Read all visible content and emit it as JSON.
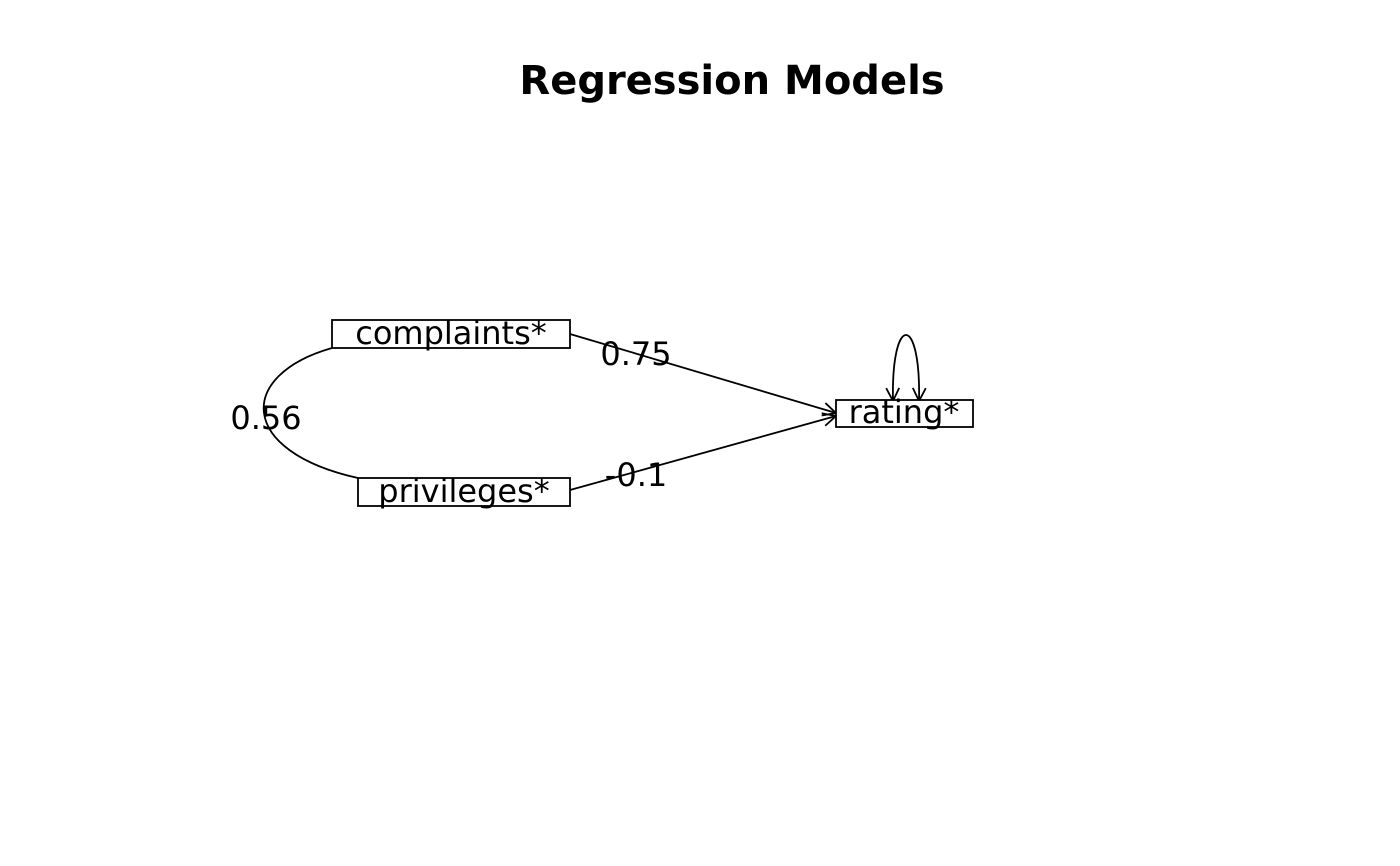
{
  "title": "Regression Models",
  "colors": {
    "stroke": "#000000",
    "background": "#ffffff",
    "text": "#000000"
  },
  "nodes": [
    {
      "id": "complaints",
      "label": "complaints*"
    },
    {
      "id": "privileges",
      "label": "privileges*"
    },
    {
      "id": "rating",
      "label": "rating*"
    }
  ],
  "edges": [
    {
      "from": "complaints",
      "to": "rating",
      "type": "regression-arrow",
      "label": "0.75"
    },
    {
      "from": "privileges",
      "to": "rating",
      "type": "regression-arrow",
      "label": "-0.1"
    },
    {
      "from": "complaints",
      "to": "privileges",
      "type": "covariance-curve",
      "label": "0.56"
    },
    {
      "from": "rating",
      "to": "rating",
      "type": "variance-self-loop",
      "label": ""
    }
  ]
}
